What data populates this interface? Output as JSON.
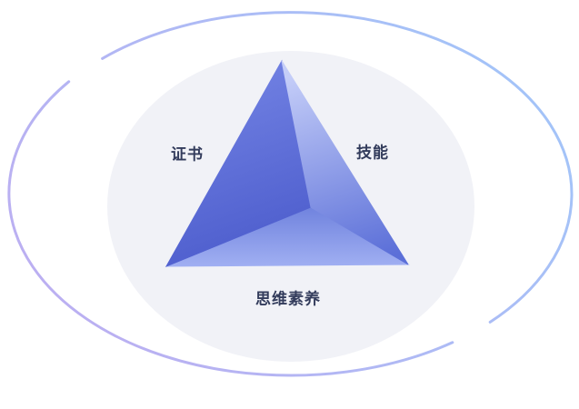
{
  "diagram": {
    "type": "pyramid-diagram",
    "labels": {
      "left": "证书",
      "right": "技能",
      "bottom": "思维素养"
    },
    "colors": {
      "ring_gradient_start": "#9fc7f9",
      "ring_gradient_end": "#c0abf0",
      "inner_circle": "#f1f2f7",
      "face_left_top": "#7787e6",
      "face_left_bottom": "#4f5fce",
      "face_right_top": "#c4cdf8",
      "face_right_bottom": "#5b6fd8",
      "face_bottom_top": "#7083de",
      "face_bottom_bottom": "#a0aff2",
      "label_color": "#333c5c"
    }
  }
}
